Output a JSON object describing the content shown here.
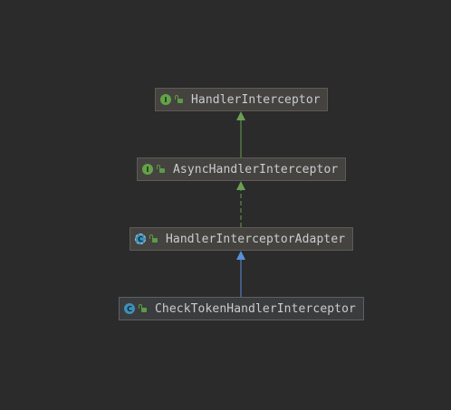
{
  "diagram": {
    "nodes": [
      {
        "id": "n1",
        "label": "HandlerInterceptor",
        "kind": "interface",
        "kind_letter": "I",
        "icon": "interface-icon"
      },
      {
        "id": "n2",
        "label": "AsyncHandlerInterceptor",
        "kind": "interface",
        "kind_letter": "I",
        "icon": "interface-icon"
      },
      {
        "id": "n3",
        "label": "HandlerInterceptorAdapter",
        "kind": "abstract",
        "kind_letter": "C",
        "icon": "abstract-class-icon"
      },
      {
        "id": "n4",
        "label": "CheckTokenHandlerInterceptor",
        "kind": "class",
        "kind_letter": "C",
        "icon": "class-icon"
      }
    ],
    "edges": [
      {
        "from": "n2",
        "to": "n1",
        "type": "extends",
        "color": "#6a9f55",
        "dashed": false
      },
      {
        "from": "n3",
        "to": "n2",
        "type": "implements",
        "color": "#6a9f55",
        "dashed": true
      },
      {
        "from": "n4",
        "to": "n3",
        "type": "extends",
        "color": "#5891d8",
        "dashed": false
      }
    ],
    "colors": {
      "background": "#2b2b2b",
      "interface_edge": "#6a9f55",
      "class_edge": "#5891d8"
    }
  }
}
